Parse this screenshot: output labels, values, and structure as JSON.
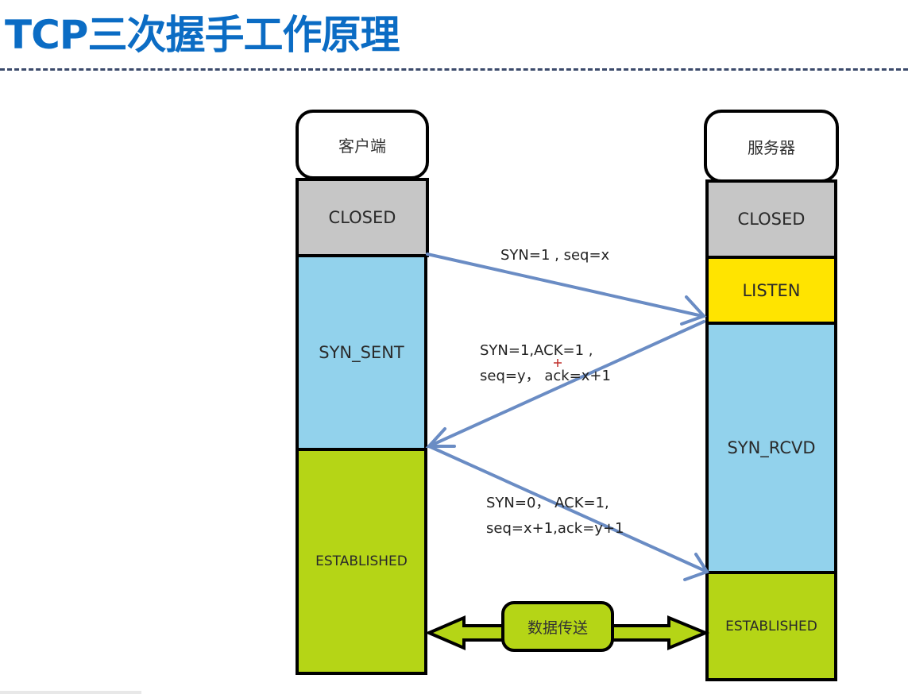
{
  "slide": {
    "title": "TCP三次握手工作原理"
  },
  "client": {
    "header": "客户端",
    "states": [
      "CLOSED",
      "SYN_SENT",
      "ESTABLISHED"
    ]
  },
  "server": {
    "header": "服务器",
    "states": [
      "CLOSED",
      "LISTEN",
      "SYN_RCVD",
      "ESTABLISHED"
    ]
  },
  "messages": [
    {
      "direction": "client-to-server",
      "lines": [
        "SYN=1 , seq=x"
      ]
    },
    {
      "direction": "server-to-client",
      "lines": [
        "SYN=1,ACK=1 ,",
        "seq=y， ack=x+1"
      ]
    },
    {
      "direction": "client-to-server",
      "lines": [
        "SYN=0， ACK=1,",
        "seq=x+1,ack=y+1"
      ]
    }
  ],
  "data_transfer": {
    "label": "数据传送"
  },
  "colors": {
    "title": "#0b6cc4",
    "closed": "#c6c6c6",
    "listen": "#ffe400",
    "syn": "#92d2ec",
    "established": "#b5d516",
    "arrow": "#6a8cc4"
  }
}
